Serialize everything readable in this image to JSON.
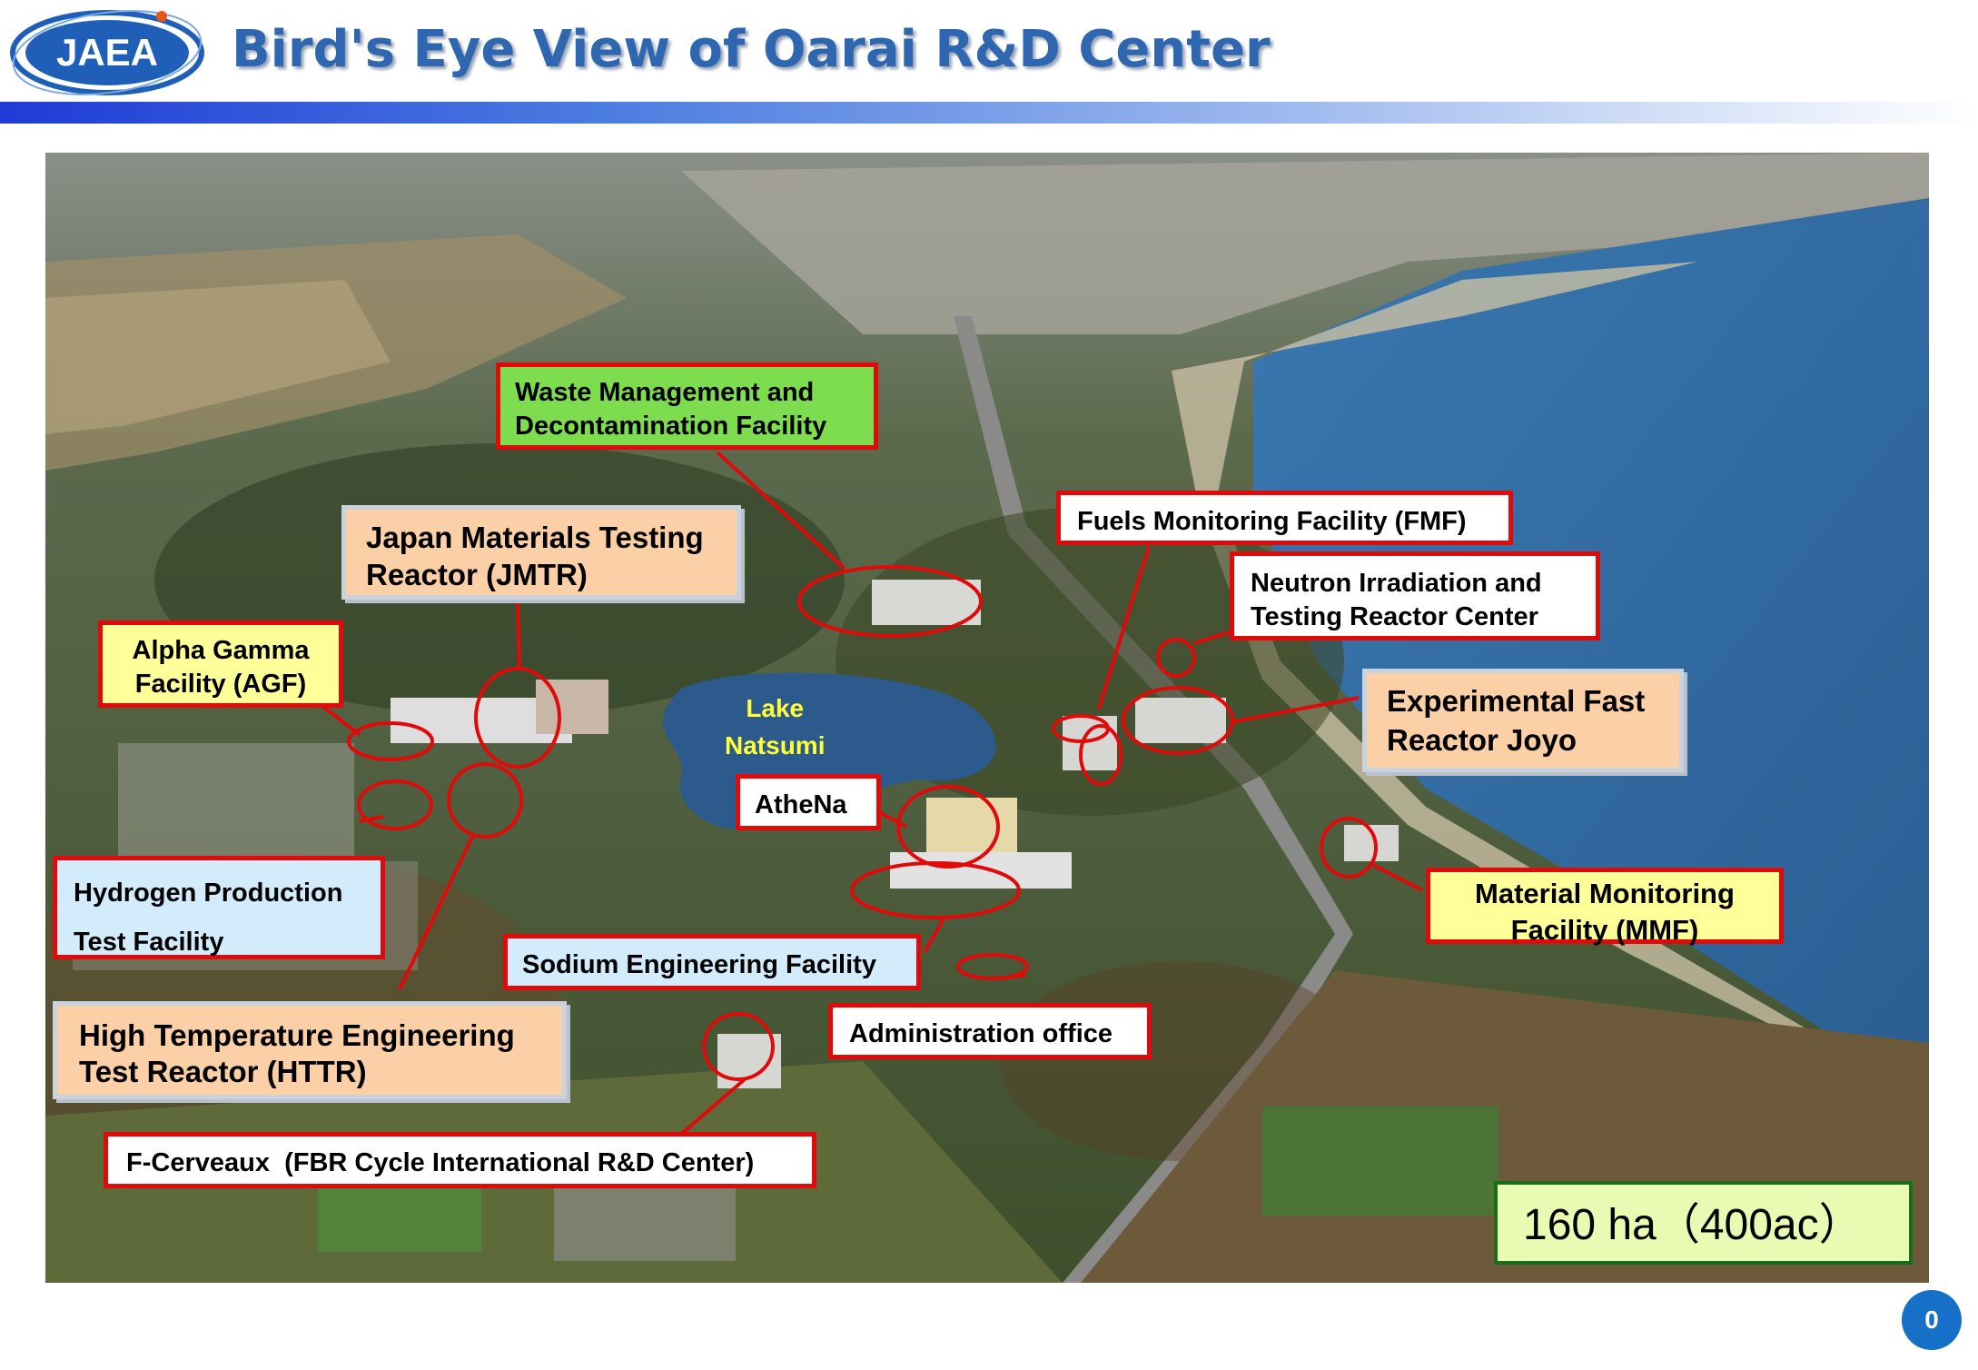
{
  "header": {
    "logo_text": "JAEA",
    "title": "Bird's Eye View of Oarai R&D Center"
  },
  "map": {
    "lake_label_line1": "Lake",
    "lake_label_line2": "Natsumi"
  },
  "labels": {
    "waste_line1": "Waste Management and",
    "waste_line2": "Decontamination Facility",
    "jmtr_line1": "Japan Materials Testing",
    "jmtr_line2": "Reactor (JMTR)",
    "fmf": "Fuels Monitoring Facility (FMF)",
    "nirtc_line1": "Neutron Irradiation and",
    "nirtc_line2": "Testing Reactor Center",
    "agf_line1": "Alpha Gamma",
    "agf_line2": "Facility (AGF)",
    "joyo_line1": "Experimental Fast",
    "joyo_line2": "Reactor Joyo",
    "athena": "AtheNa",
    "hydrogen_line1": "Hydrogen Production",
    "hydrogen_line2": "Test Facility",
    "mmf_line1": "Material Monitoring",
    "mmf_line2": "Facility (MMF)",
    "sodium": "Sodium Engineering Facility",
    "admin": "Administration office",
    "httr_line1": "High Temperature Engineering",
    "httr_line2": "Test Reactor (HTTR)",
    "fcerveaux": "F-Cerveaux  (FBR Cycle International R&D Center)"
  },
  "area_box": "160 ha（400ac）",
  "page_number": "0",
  "colors": {
    "title": "#2e66b0",
    "highlight_red": "#e00a0a",
    "callout_peach": "#fbd0a6",
    "callout_green": "#7edc4f",
    "callout_yellow": "#ffff99",
    "callout_lightblue": "#d3ecfb",
    "area_box_bg": "#e9fbb2",
    "page_badge": "#1670c8"
  }
}
